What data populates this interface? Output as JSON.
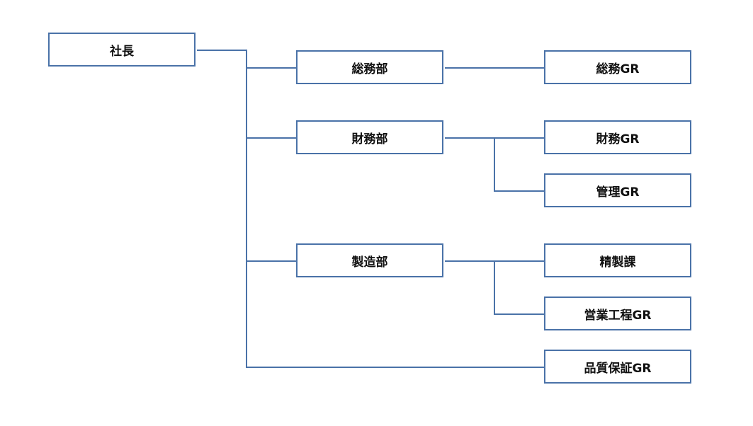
{
  "org_chart": {
    "line_color": "#4a72a8",
    "nodes": {
      "president": "社長",
      "general_affairs_dept": "総務部",
      "finance_dept": "財務部",
      "manufacturing_dept": "製造部",
      "general_affairs_gr": "総務GR",
      "finance_gr": "財務GR",
      "management_gr": "管理GR",
      "refining_section": "精製課",
      "sales_process_gr": "営業工程GR",
      "quality_assurance_gr": "品質保証GR"
    }
  }
}
